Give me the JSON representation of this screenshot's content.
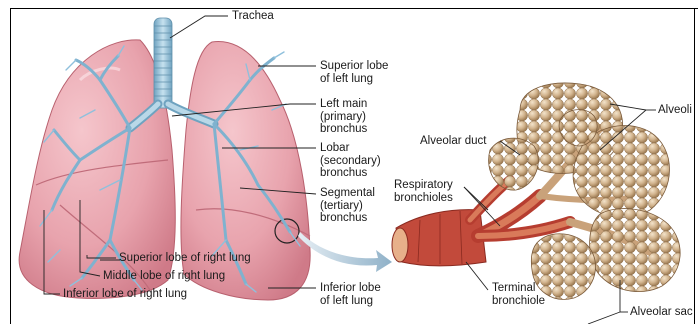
{
  "labels": {
    "trachea": "Trachea",
    "superior_lobe_left": [
      "Superior lobe",
      "of left lung"
    ],
    "left_main_bronchus": [
      "Left main",
      "(primary)",
      "bronchus"
    ],
    "lobar_bronchus": [
      "Lobar",
      "(secondary)",
      "bronchus"
    ],
    "segmental_bronchus": [
      "Segmental",
      "(tertiary)",
      "bronchus"
    ],
    "inferior_lobe_left": [
      "Inferior lobe",
      "of left lung"
    ],
    "superior_lobe_right": "Superior lobe of right lung",
    "middle_lobe_right": "Middle lobe of right lung",
    "inferior_lobe_right": "Inferior lobe of right lung",
    "alveoli": "Alveoli",
    "alveolar_duct": "Alveolar duct",
    "respiratory_bronchioles": [
      "Respiratory",
      "bronchioles"
    ],
    "terminal_bronchiole": [
      "Terminal",
      "bronchiole"
    ],
    "alveolar_sac": "Alveolar sac"
  },
  "colors": {
    "lung_fill": "#e8a3ad",
    "lung_shade": "#d98592",
    "airway_blue": "#9cc6dd",
    "airway_dark": "#6fa3c0",
    "alveoli_fill": "#d2b48e",
    "alveoli_shade": "#b08d63",
    "bronchiole_red": "#c0392b",
    "arrow_blue": "#a9c4d6"
  }
}
